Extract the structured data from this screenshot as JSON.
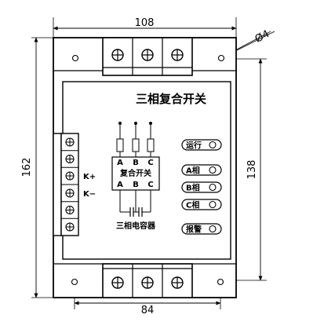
{
  "dimensions": {
    "top_width": "108",
    "hole_diameter": "Ø4",
    "left_height": "162",
    "right_height": "138",
    "bottom_width": "84"
  },
  "module": {
    "title": "三相复合开关",
    "phase_a": "A",
    "phase_b": "B",
    "phase_c": "C",
    "switch_label": "复合开关",
    "capacitor_label": "三相电容器",
    "k_plus": "K+",
    "k_minus": "K−"
  },
  "indicators": [
    {
      "label": "运行"
    },
    {
      "label": "A相"
    },
    {
      "label": "B相"
    },
    {
      "label": "C相"
    },
    {
      "label": "报警"
    }
  ]
}
